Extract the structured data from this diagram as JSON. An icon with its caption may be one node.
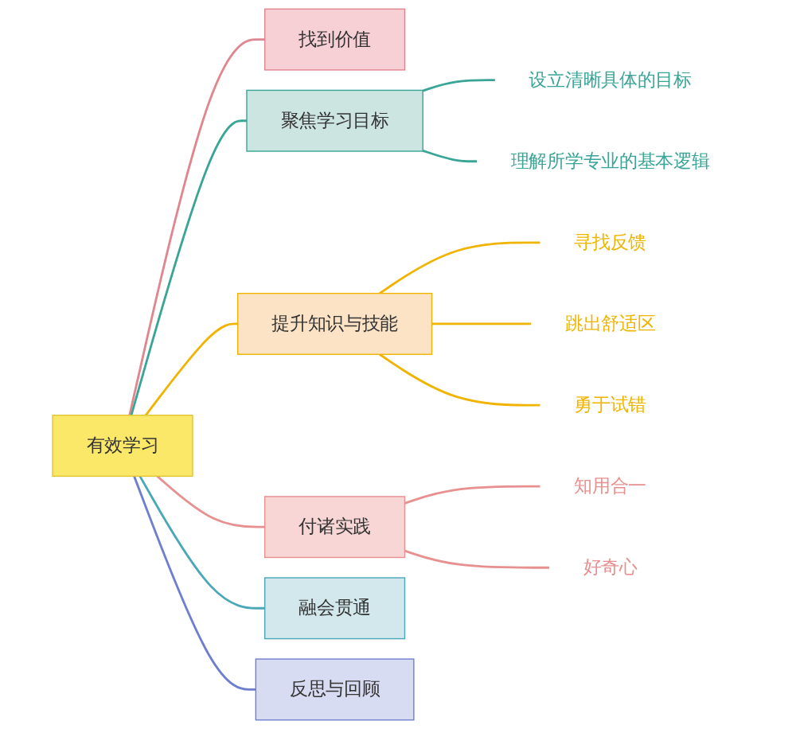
{
  "diagram": {
    "nodes": [
      {
        "text": [
          "有效学习"
        ]
      },
      {
        "text": [
          "找到价值"
        ]
      },
      {
        "text": [
          "聚焦学习目标"
        ]
      },
      {
        "text": [
          "设立清晰具体的目标"
        ]
      },
      {
        "text": [
          "理解所学专业的基本逻辑"
        ]
      },
      {
        "text": [
          "提升知识与技能"
        ]
      },
      {
        "text": [
          "寻找反馈"
        ]
      },
      {
        "text": [
          "跳出舒适区"
        ]
      },
      {
        "text": [
          "勇于试错"
        ]
      },
      {
        "text": [
          "付诸实践"
        ]
      },
      {
        "text": [
          "知用合一"
        ]
      },
      {
        "text": [
          "好奇心"
        ]
      },
      {
        "text": [
          "融会贯通"
        ]
      },
      {
        "text": [
          "反思与回顾"
        ]
      }
    ],
    "edges": [
      {
        "from": 0,
        "to": 1,
        "arrow": "none",
        "color": "#e0868f"
      },
      {
        "from": 0,
        "to": 2,
        "arrow": "none",
        "color": "#3aa597"
      },
      {
        "from": 2,
        "to": 3,
        "arrow": "none",
        "color": "#3aa597"
      },
      {
        "from": 2,
        "to": 4,
        "arrow": "none",
        "color": "#3aa597"
      },
      {
        "from": 0,
        "to": 5,
        "arrow": "none",
        "color": "#f0b400"
      },
      {
        "from": 5,
        "to": 6,
        "arrow": "none",
        "color": "#f0b400"
      },
      {
        "from": 5,
        "to": 7,
        "arrow": "none",
        "color": "#f0b400"
      },
      {
        "from": 5,
        "to": 8,
        "arrow": "none",
        "color": "#f0b400"
      },
      {
        "from": 0,
        "to": 9,
        "arrow": "none",
        "color": "#e88f8f"
      },
      {
        "from": 9,
        "to": 10,
        "arrow": "none",
        "color": "#e88f8f"
      },
      {
        "from": 9,
        "to": 11,
        "arrow": "none",
        "color": "#e88f8f"
      },
      {
        "from": 0,
        "to": 12,
        "arrow": "none",
        "color": "#4aa8b8"
      },
      {
        "from": 0,
        "to": 13,
        "arrow": "none",
        "color": "#6f7fcf"
      }
    ]
  }
}
